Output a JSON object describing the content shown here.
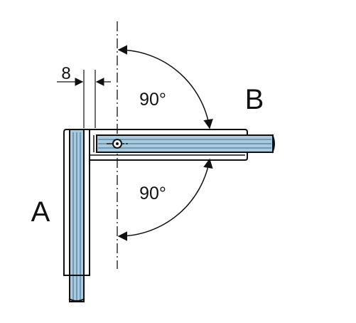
{
  "labels": {
    "panel_a": "A",
    "panel_b": "B",
    "dimension": "8",
    "angle_upper": "90°",
    "angle_lower": "90°"
  },
  "colors": {
    "glass": "#a9cbe0",
    "glass_dark": "#7fa9c3",
    "line": "#111111",
    "background": "#ffffff"
  }
}
